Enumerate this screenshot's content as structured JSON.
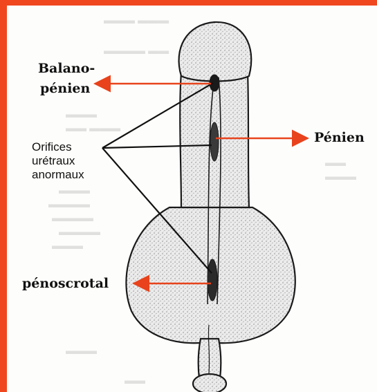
{
  "labels": {
    "balano_line1": "Balano-",
    "balano_line2": "pénien",
    "penien": "Pénien",
    "orifices_line1": "Orifices",
    "orifices_line2": "urétraux",
    "orifices_line3": "anormaux",
    "penoscrotal": "pénoscrotal"
  },
  "colors": {
    "frame": "#f1471f",
    "arrow": "#e8431c",
    "leader": "#111111"
  }
}
